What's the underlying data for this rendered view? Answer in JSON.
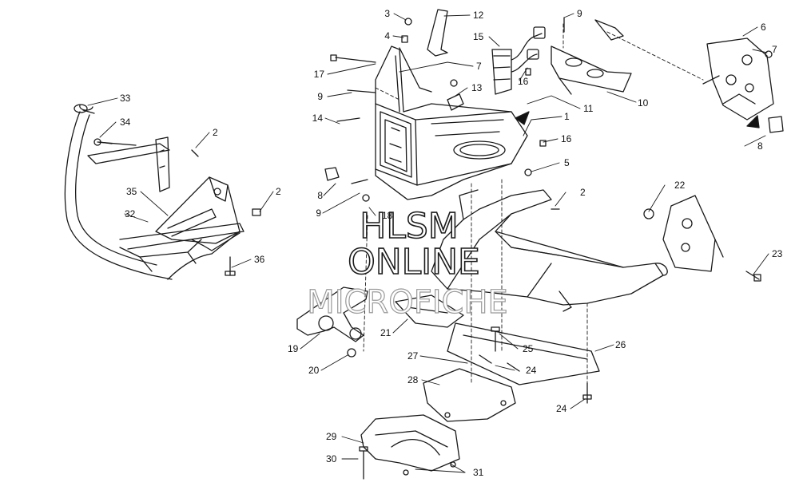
{
  "watermark": {
    "line1": "HLSM",
    "line2": "ONLINE",
    "line3": "MICROFICHE"
  },
  "callouts": [
    {
      "id": "c3",
      "text": "3"
    },
    {
      "id": "c12",
      "text": "12"
    },
    {
      "id": "c9a",
      "text": "9"
    },
    {
      "id": "c6",
      "text": "6"
    },
    {
      "id": "c4",
      "text": "4"
    },
    {
      "id": "c15",
      "text": "15"
    },
    {
      "id": "c7a",
      "text": "7"
    },
    {
      "id": "c17",
      "text": "17"
    },
    {
      "id": "c7b",
      "text": "7"
    },
    {
      "id": "c16a",
      "text": "16"
    },
    {
      "id": "c9b",
      "text": "9"
    },
    {
      "id": "c13",
      "text": "13"
    },
    {
      "id": "c10",
      "text": "10"
    },
    {
      "id": "c11",
      "text": "11"
    },
    {
      "id": "c33",
      "text": "33"
    },
    {
      "id": "c14",
      "text": "14"
    },
    {
      "id": "c1",
      "text": "1"
    },
    {
      "id": "c34",
      "text": "34"
    },
    {
      "id": "c2a",
      "text": "2"
    },
    {
      "id": "c16b",
      "text": "16"
    },
    {
      "id": "c8a",
      "text": "8"
    },
    {
      "id": "c5",
      "text": "5"
    },
    {
      "id": "c8b",
      "text": "8"
    },
    {
      "id": "c35",
      "text": "35"
    },
    {
      "id": "c2b",
      "text": "2"
    },
    {
      "id": "c22",
      "text": "22"
    },
    {
      "id": "c2c",
      "text": "2"
    },
    {
      "id": "c9c",
      "text": "9"
    },
    {
      "id": "c18",
      "text": "18"
    },
    {
      "id": "c32",
      "text": "32"
    },
    {
      "id": "c23",
      "text": "23"
    },
    {
      "id": "c36",
      "text": "36"
    },
    {
      "id": "c26",
      "text": "26"
    },
    {
      "id": "c21",
      "text": "21"
    },
    {
      "id": "c25",
      "text": "25"
    },
    {
      "id": "c19",
      "text": "19"
    },
    {
      "id": "c27",
      "text": "27"
    },
    {
      "id": "c20",
      "text": "20"
    },
    {
      "id": "c24a",
      "text": "24"
    },
    {
      "id": "c28",
      "text": "28"
    },
    {
      "id": "c24b",
      "text": "24"
    },
    {
      "id": "c29",
      "text": "29"
    },
    {
      "id": "c30",
      "text": "30"
    },
    {
      "id": "c31",
      "text": "31"
    }
  ]
}
